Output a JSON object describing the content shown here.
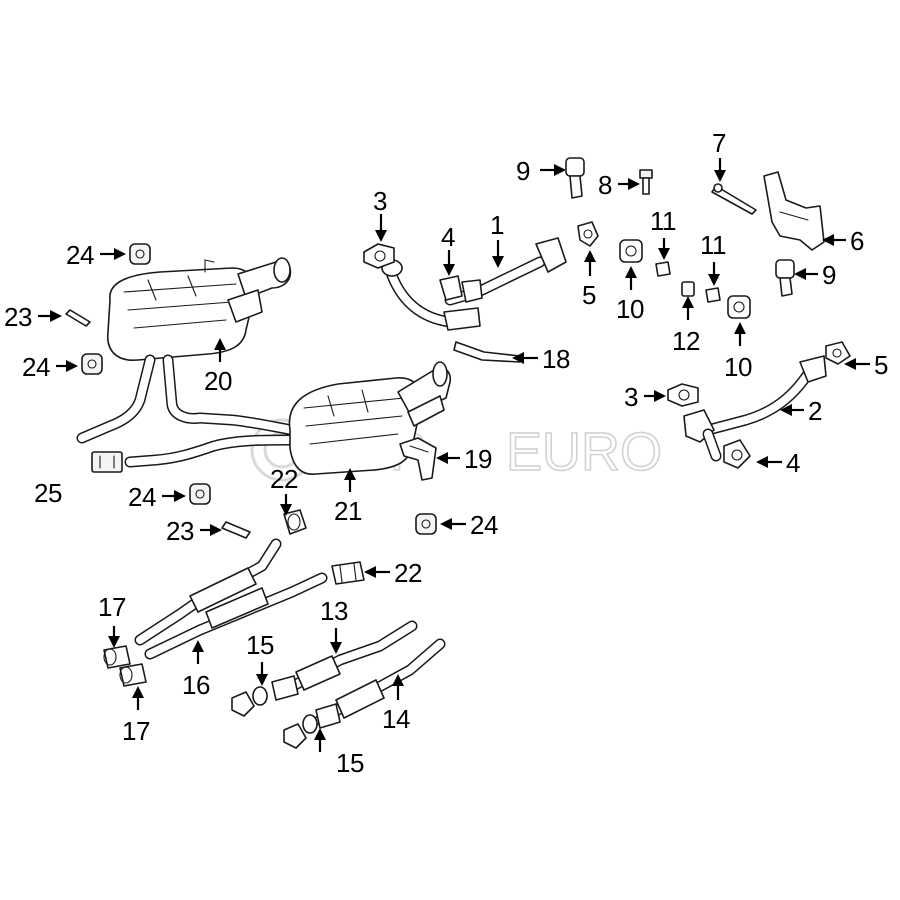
{
  "diagram": {
    "watermark": {
      "brand_left": "FCP",
      "brand_right": "EURO"
    },
    "callouts": {
      "c1": "1",
      "c2": "2",
      "c3a": "3",
      "c3b": "3",
      "c4a": "4",
      "c4b": "4",
      "c5a": "5",
      "c5b": "5",
      "c6": "6",
      "c7": "7",
      "c8": "8",
      "c9a": "9",
      "c9b": "9",
      "c10a": "10",
      "c10b": "10",
      "c11a": "11",
      "c11b": "11",
      "c12": "12",
      "c13": "13",
      "c14": "14",
      "c15a": "15",
      "c15b": "15",
      "c16": "16",
      "c17a": "17",
      "c17b": "17",
      "c18": "18",
      "c19": "19",
      "c20": "20",
      "c21": "21",
      "c22a": "22",
      "c22b": "22",
      "c23a": "23",
      "c23b": "23",
      "c24a": "24",
      "c24b": "24",
      "c24c": "24",
      "c24d": "24",
      "c25": "25"
    }
  }
}
